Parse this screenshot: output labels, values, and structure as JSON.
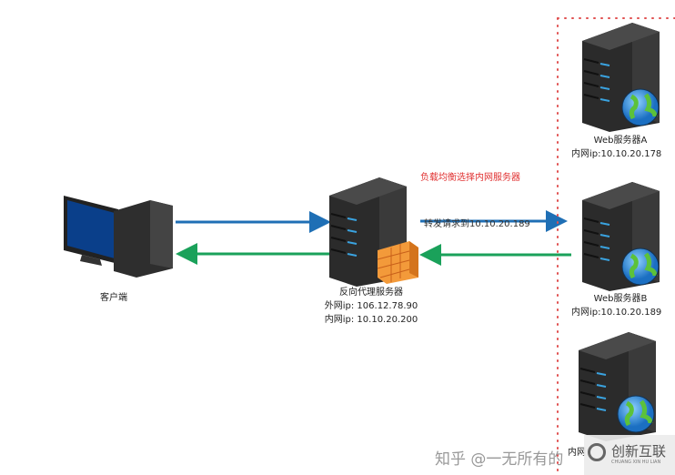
{
  "client": {
    "label": "客户端"
  },
  "proxy": {
    "label": "反向代理服务器",
    "external_ip": "外网ip: 106.12.78.90",
    "internal_ip": "内网ip: 10.10.20.200"
  },
  "annotations": {
    "load_balance": "负载均衡选择内网服务器",
    "forward": "转发请求到10.10.20.189"
  },
  "servers": [
    {
      "label": "Web服务器A",
      "ip": "内网ip:10.10.20.178"
    },
    {
      "label": "Web服务器B",
      "ip": "内网ip:10.10.20.189"
    },
    {
      "label": "",
      "ip": "内网"
    }
  ],
  "watermarks": {
    "zhihu": "知乎 @一无所有的",
    "brand": "创新互联",
    "brand_sub": "CHUANG XIN HU LIAN"
  },
  "colors": {
    "request": "#1f6fb5",
    "response": "#1aa15a",
    "annotation": "#e03030",
    "boundary": "#e05050"
  }
}
